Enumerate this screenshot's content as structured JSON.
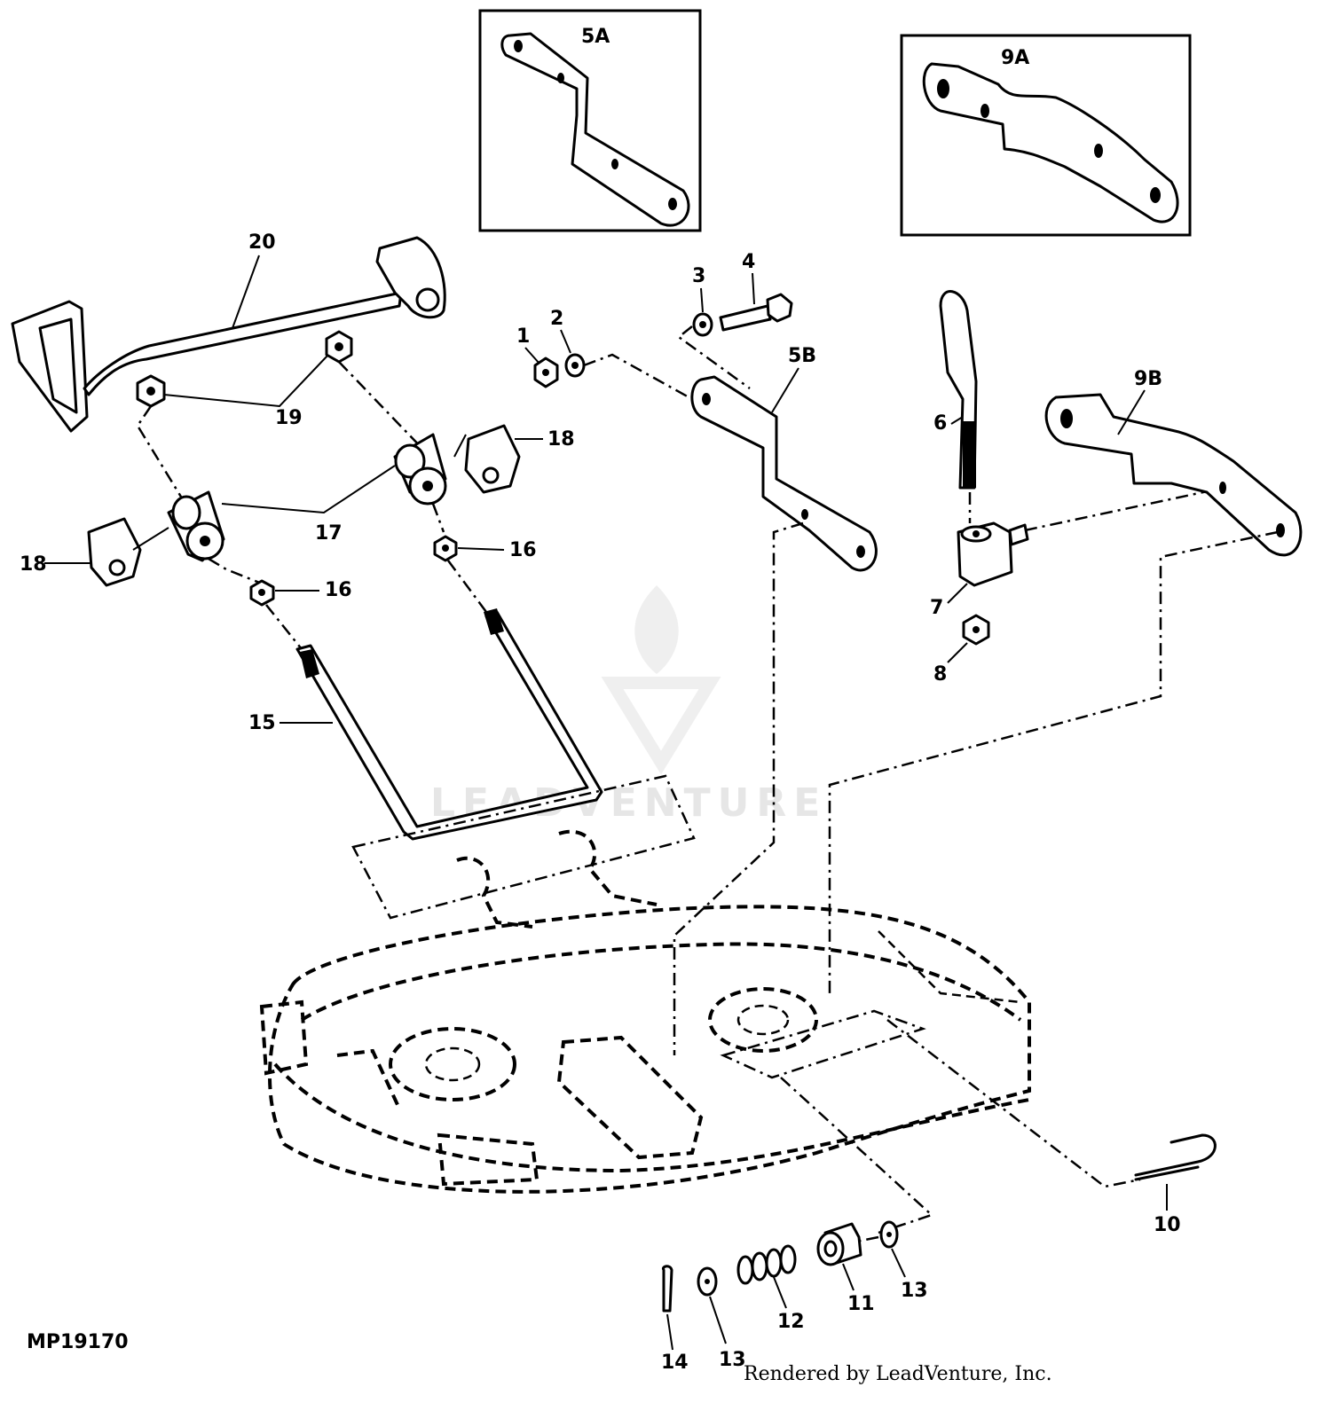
{
  "diagram": {
    "figure_code": "MP19170",
    "credit": "Rendered by LeadVenture, Inc.",
    "watermark": "LEADVENTURE",
    "inset_labels": [
      "5A",
      "9A"
    ],
    "callouts": {
      "c1": "1",
      "c2": "2",
      "c3": "3",
      "c4": "4",
      "c5b": "5B",
      "c6": "6",
      "c7": "7",
      "c8": "8",
      "c9b": "9B",
      "c10": "10",
      "c11": "11",
      "c12": "12",
      "c13a": "13",
      "c13b": "13",
      "c14": "14",
      "c15": "15",
      "c16a": "16",
      "c16b": "16",
      "c17": "17",
      "c18a": "18",
      "c18b": "18",
      "c19": "19",
      "c20": "20"
    }
  }
}
